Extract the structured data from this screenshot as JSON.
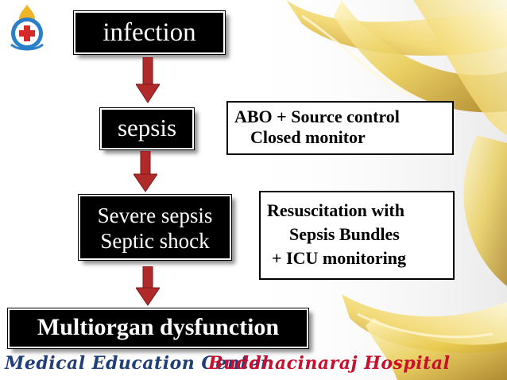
{
  "diagram": {
    "infection": "infection",
    "sepsis": "sepsis",
    "severe_line1": "Severe sepsis",
    "severe_line2": "Septic shock",
    "multiorgan": "Multiorgan dysfunction",
    "abo_line1": "ABO + Source control",
    "abo_line2": "Closed monitor",
    "resus_line1": "Resuscitation with",
    "resus_line2": "Sepsis Bundles",
    "resus_line3": "+ ICU monitoring"
  },
  "footer": {
    "left": "Medical Education Center",
    "right": "Buddhacinaraj Hospital"
  },
  "colors": {
    "arrow": "#b12a2a",
    "footer_left": "#1f3e7a",
    "footer_right": "#c8102e",
    "ribbon": "#e8c94a"
  },
  "icons": {
    "logo": "hospital-cross-logo",
    "arrow": "down-arrow-icon"
  }
}
